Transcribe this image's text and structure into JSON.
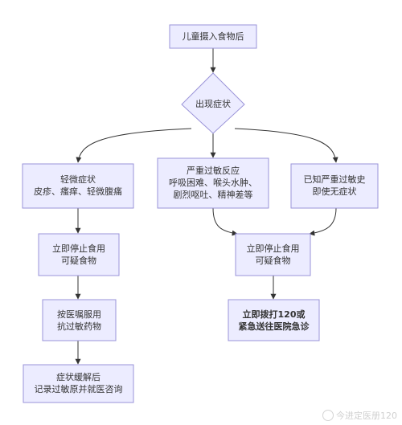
{
  "flowchart": {
    "start": [
      "儿童摄入食物后"
    ],
    "decision": [
      "出现症状"
    ],
    "mild": [
      "轻微症状",
      "皮疹、瘙痒、轻微腹痛"
    ],
    "severe": [
      "严重过敏反应",
      "呼吸困难、喉头水肿、",
      "剧烈呕吐、精神差等"
    ],
    "known": [
      "已知严重过敏史",
      "即使无症状"
    ],
    "stop_left": [
      "立即停止食用",
      "可疑食物"
    ],
    "medicine": [
      "按医嘱服用",
      "抗过敏药物"
    ],
    "record": [
      "症状缓解后",
      "记录过敏原并就医咨询"
    ],
    "stop_right": [
      "立即停止食用",
      "可疑食物"
    ],
    "emergency": [
      "立即拨打120或",
      "紧急送往医院急诊"
    ]
  },
  "watermark": "今进定医册120"
}
